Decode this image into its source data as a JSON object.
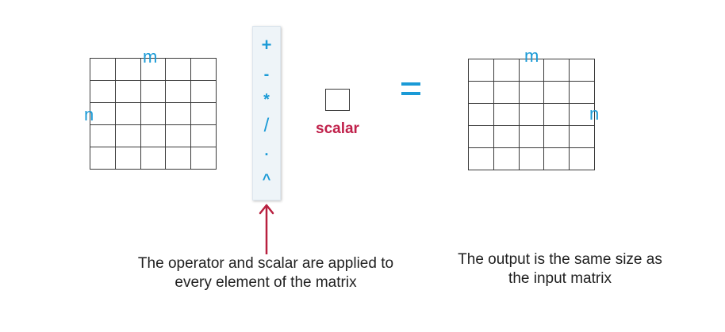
{
  "input_matrix": {
    "rows": 5,
    "cols": 5,
    "col_label": "m",
    "row_label": "n"
  },
  "operators": [
    "+",
    "-",
    "*",
    "/",
    ".",
    "^"
  ],
  "scalar": {
    "label": "scalar"
  },
  "equals_sign": "=",
  "output_matrix": {
    "rows": 5,
    "cols": 5,
    "col_label": "m",
    "row_label": "n"
  },
  "captions": {
    "operator_note": "The operator and scalar are applied to every element of the matrix",
    "output_note": "The output is the same size as the input matrix"
  },
  "colors": {
    "accent_blue": "#1a9ad6",
    "scalar_red": "#c0204a",
    "arrow_red": "#b8203f",
    "grid_line": "#3a3a3a"
  }
}
